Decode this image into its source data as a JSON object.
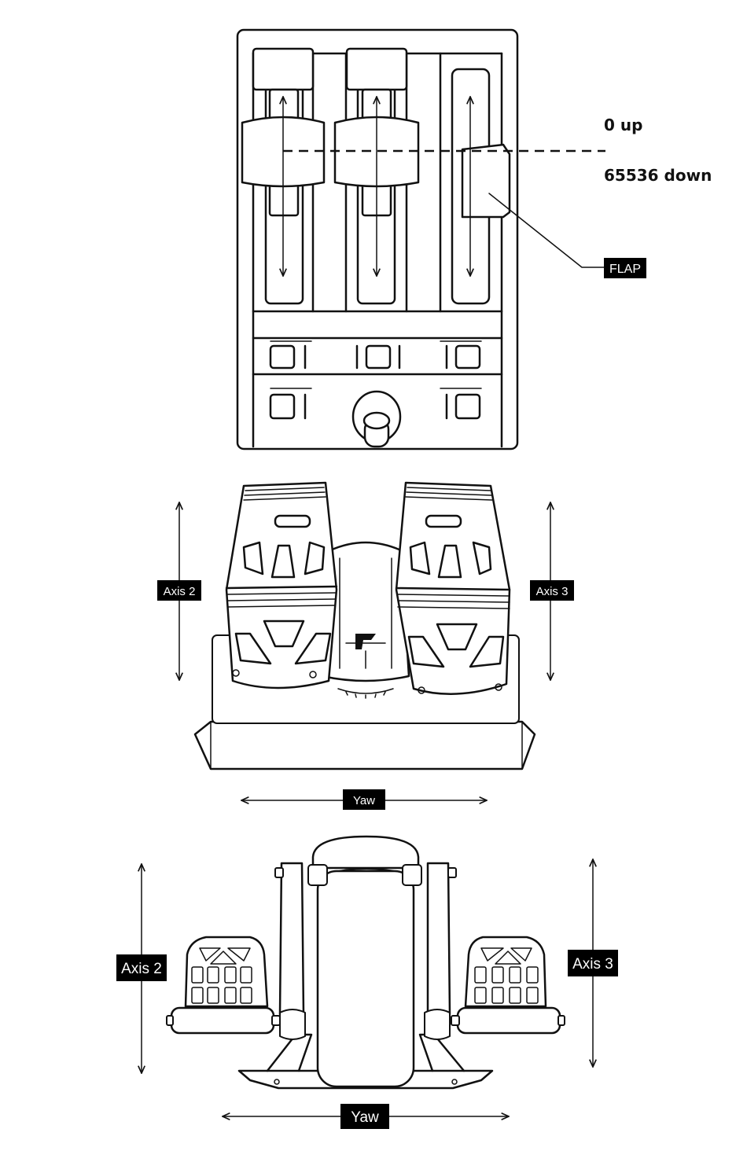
{
  "throttle": {
    "up_text": "0 up",
    "down_text": "65536 down",
    "flap_label": "FLAP"
  },
  "pedals_top": {
    "left_axis_label": "Axis 2",
    "right_axis_label": "Axis 3",
    "yaw_label": "Yaw"
  },
  "pedals_bottom": {
    "left_axis_label": "Axis 2",
    "right_axis_label": "Axis 3",
    "yaw_label": "Yaw"
  }
}
